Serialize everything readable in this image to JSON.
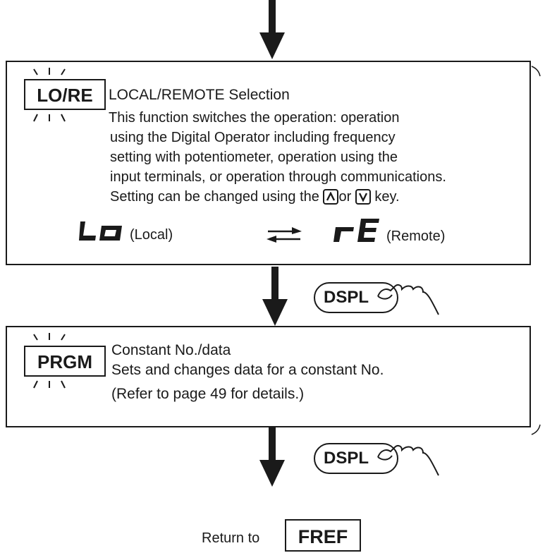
{
  "block1": {
    "lamp_label": "LO/RE",
    "title": "LOCAL/REMOTE Selection",
    "lines": [
      "This function switches the operation: operation",
      "using the Digital Operator including frequency",
      "setting with potentiometer, operation using the",
      "input terminals, or operation through communications."
    ],
    "setting_pre": "Setting can be changed using the",
    "setting_or": "or",
    "setting_post": "key.",
    "local_display": "Lo",
    "local_label": "(Local)",
    "remote_display": "rE",
    "remote_label": "(Remote)"
  },
  "key1": {
    "label": "DSPL"
  },
  "block2": {
    "lamp_label": "PRGM",
    "title": "Constant No./data",
    "line": "Sets and changes data for a constant No.",
    "ref": "(Refer to page 49 for details.)"
  },
  "key2": {
    "label": "DSPL"
  },
  "footer": {
    "return_text": "Return to",
    "target_label": "FREF"
  },
  "icons": {
    "up_key": "up-arrow-key-icon",
    "down_key": "down-arrow-key-icon",
    "exchange": "exchange-arrows-icon",
    "hand": "pointing-hand-icon",
    "flow_arrow": "down-arrow-icon"
  }
}
